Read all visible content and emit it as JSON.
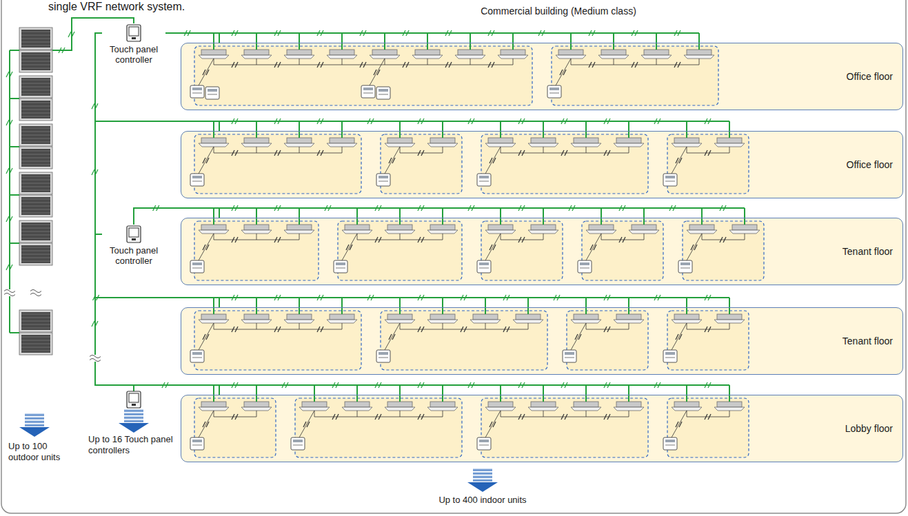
{
  "diagram": {
    "title": "Commercial building (Medium class)",
    "nodes": [
      {
        "text": [
          "Office floor"
        ]
      },
      {
        "text": [
          "Office floor"
        ]
      },
      {
        "text": [
          "Tenant floor"
        ]
      },
      {
        "text": [
          "Tenant floor"
        ]
      },
      {
        "text": [
          "Lobby floor"
        ]
      },
      {
        "text": [
          "Touch panel controller"
        ]
      },
      {
        "text": [
          "Touch panel controller"
        ]
      }
    ],
    "edges": [
      {
        "from": 5,
        "to": 0,
        "arrow": "none"
      },
      {
        "from": 5,
        "to": 1,
        "arrow": "none"
      },
      {
        "from": 6,
        "to": 2,
        "arrow": "none"
      },
      {
        "from": 6,
        "to": 3,
        "arrow": "none"
      }
    ],
    "labels": [
      "single VRF network system.",
      "Up to 100 outdoor units",
      "Up to 16 Touch panel controllers",
      "Up to 400 indoor units"
    ]
  }
}
